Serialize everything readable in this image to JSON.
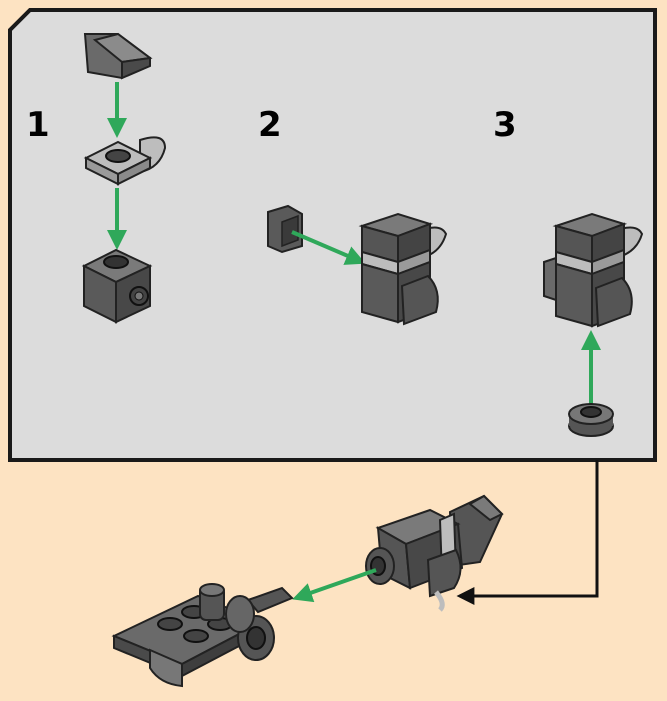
{
  "colors": {
    "page_background": "#fde3c2",
    "panel_background": "#dcdcdc",
    "panel_border": "#1a1a1a",
    "brick_dark": "#555555",
    "brick_top": "#7a7a7a",
    "brick_light": "#bdbdbd",
    "arrow_green": "#2fa85a",
    "arrow_black": "#111111"
  },
  "steps": [
    {
      "number": "1",
      "parts": [
        "slope-brick",
        "plate-with-clip",
        "brick-with-stud"
      ]
    },
    {
      "number": "2",
      "parts": [
        "clip-bracket",
        "sub-assembly"
      ]
    },
    {
      "number": "3",
      "parts": [
        "round-plate",
        "sub-assembly"
      ]
    }
  ],
  "final_assembly": {
    "parts": [
      "camera-assembly",
      "hinge-base-plate"
    ]
  }
}
